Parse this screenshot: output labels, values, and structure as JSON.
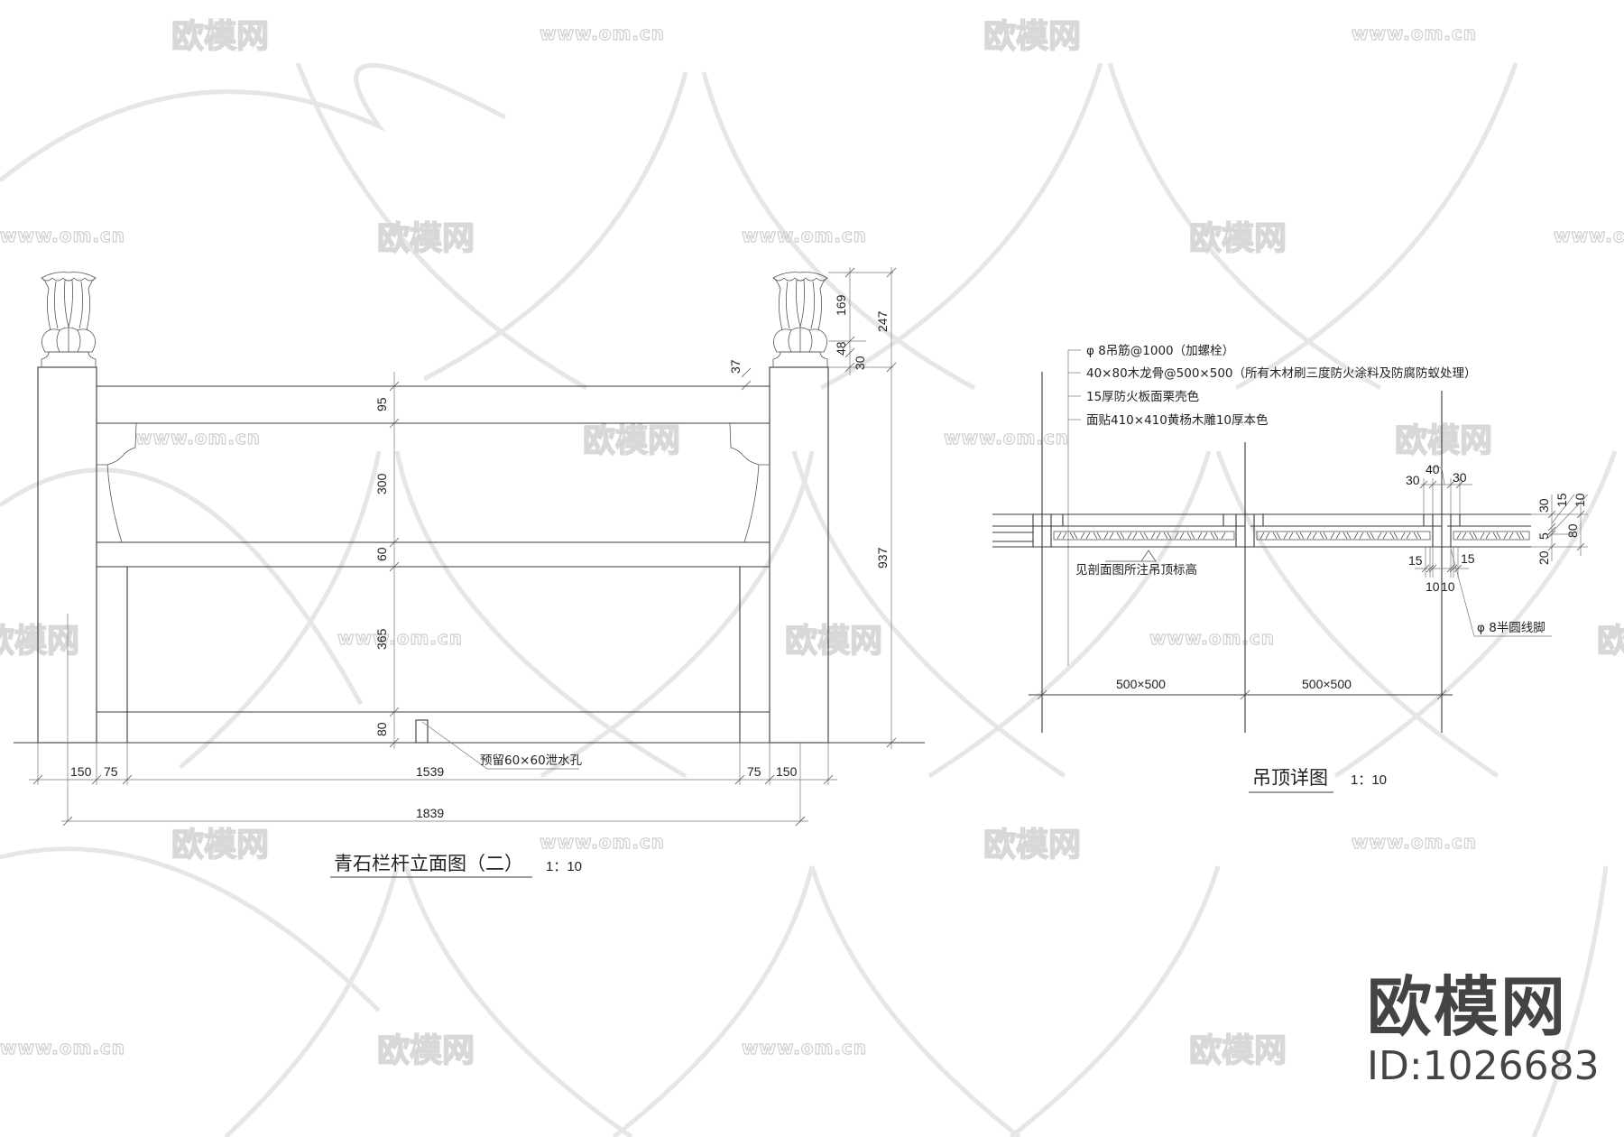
{
  "watermark": {
    "logo_text": "欧模网",
    "url_text": "www.om.cn"
  },
  "brand": {
    "name": "欧模网",
    "id_label": "ID:1026683"
  },
  "drawing_left": {
    "title": "青石栏杆立面图（二）",
    "scale": "1：10",
    "vertical_dims_inner": [
      "95",
      "300",
      "60",
      "365",
      "80"
    ],
    "finial_dims": [
      "169",
      "48",
      "30",
      "37"
    ],
    "overall_dims": [
      "247",
      "937"
    ],
    "bottom_dims": [
      "150",
      "75",
      "1539",
      "75",
      "150"
    ],
    "total_width": "1839",
    "drain_note": "预留60×60泄水孔"
  },
  "drawing_right": {
    "title": "吊顶详图",
    "scale": "1：10",
    "notes": [
      "φ 8吊筋@1000（加螺栓）",
      "40×80木龙骨@500×500（所有木材刷三度防火涂料及防腐防蚁处理）",
      "15厚防火板面栗壳色",
      "面贴410×410黄杨木雕10厚本色"
    ],
    "elevation_note": "见剖面图所注吊顶标高",
    "top_dims": [
      "30",
      "40",
      "30"
    ],
    "bottom_dims": [
      "15",
      "15",
      "10",
      "10"
    ],
    "side_dims": [
      "30",
      "15",
      "10",
      "5",
      "20",
      "80"
    ],
    "molding_note": "φ 8半圆线脚",
    "grid_dims": [
      "500×500",
      "500×500"
    ]
  }
}
